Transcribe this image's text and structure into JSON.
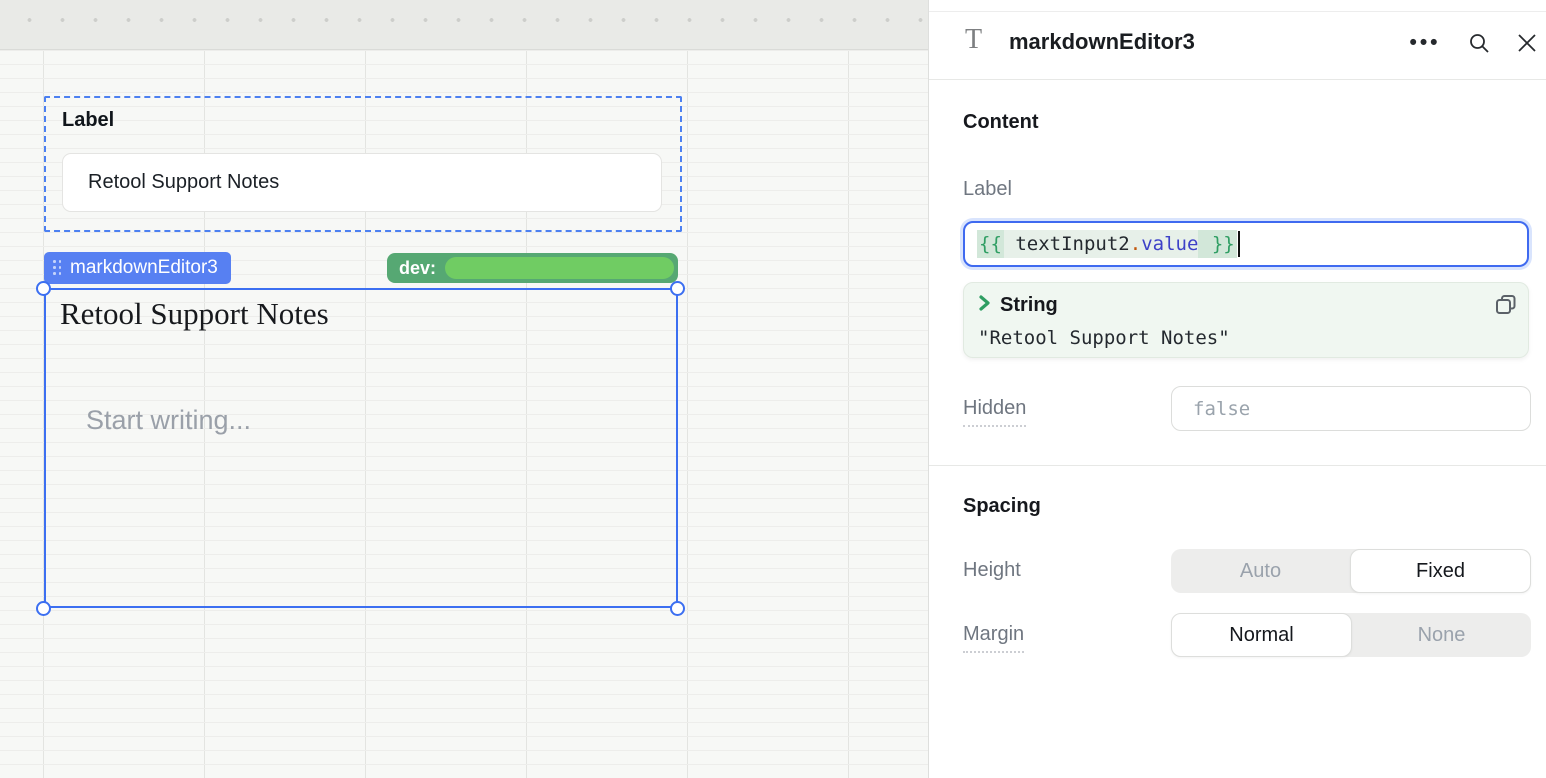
{
  "canvas": {
    "text_input_component": {
      "label": "Label",
      "value": "Retool Support Notes"
    },
    "markdown_component": {
      "name_tag": "markdownEditor3",
      "env_badge_label": "dev:",
      "heading": "Retool Support Notes",
      "placeholder": "Start writing..."
    }
  },
  "inspector": {
    "title": "markdownEditor3",
    "header_icons": [
      "text-type-icon",
      "more-icon",
      "search-icon",
      "close-icon"
    ],
    "more_icon_glyph": "•••",
    "content_section": {
      "heading": "Content",
      "label_field": {
        "label": "Label",
        "code_tokens": {
          "open": "{{",
          "object": " textInput2",
          "dot": ".",
          "property": "value",
          "close": " }}"
        }
      },
      "preview": {
        "type": "String",
        "value": "\"Retool Support Notes\""
      },
      "hidden_field": {
        "label": "Hidden",
        "placeholder": "false"
      }
    },
    "spacing_section": {
      "heading": "Spacing",
      "height_field": {
        "label": "Height",
        "options": [
          "Auto",
          "Fixed"
        ],
        "selected": "Fixed"
      },
      "margin_field": {
        "label": "Margin",
        "options": [
          "Normal",
          "None"
        ],
        "selected": "Normal"
      }
    },
    "colors": {
      "accent_blue": "#3c6ff1",
      "component_tag_blue": "#5780f2",
      "env_badge_green": "#56a873",
      "env_badge_bright_green": "#70cc63",
      "code_brace_green": "#2f9e63",
      "code_property_blue": "#3d41c8",
      "code_dot_orange": "#c2570d",
      "preview_background": "#f0f7f1"
    }
  }
}
